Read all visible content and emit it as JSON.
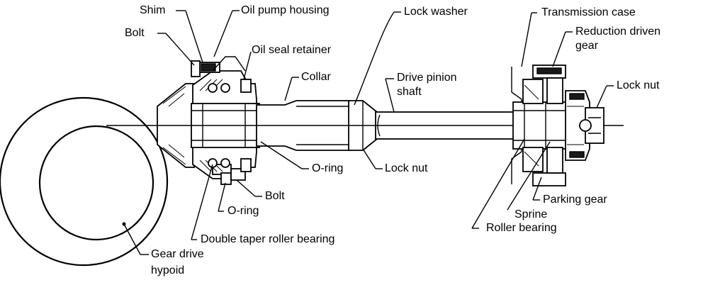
{
  "labels": {
    "shim": "Shim",
    "oil_pump_housing": "Oil pump housing",
    "bolt_top": "Bolt",
    "oil_seal_retainer": "Oil seal retainer",
    "collar": "Collar",
    "lock_washer": "Lock washer",
    "drive_pinion_shaft_1": "Drive pinion",
    "drive_pinion_shaft_2": "shaft",
    "transmission_case": "Transmission case",
    "reduction_driven_gear_1": "Reduction driven",
    "reduction_driven_gear_2": "gear",
    "lock_nut_right": "Lock nut",
    "o_ring_middle": "O-ring",
    "lock_nut_middle": "Lock nut",
    "bolt_bottom": "Bolt",
    "o_ring_bottom": "O-ring",
    "double_taper_roller_bearing": "Double taper roller bearing",
    "gear_drive_hypoid_1": "Gear drive",
    "gear_drive_hypoid_2": "hypoid",
    "parking_gear": "Parking gear",
    "sprine": "Sprine",
    "roller_bearing": "Roller bearing"
  },
  "colors": {
    "ink": "#000000",
    "paper": "#ffffff"
  }
}
